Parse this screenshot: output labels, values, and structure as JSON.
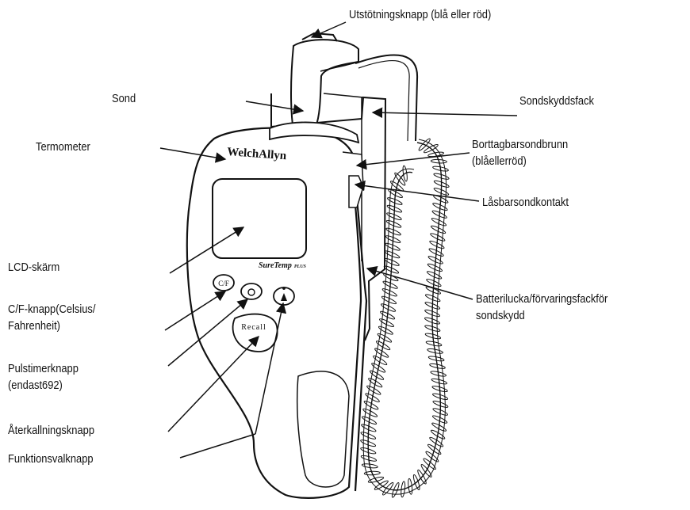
{
  "device": {
    "brand": "WelchAllyn",
    "model": "SureTemp",
    "model_suffix": "PLUS",
    "buttons": {
      "cf": "C/F",
      "recall": "Recall"
    }
  },
  "labels": {
    "ejection_button": "Utstötningsknapp (blå eller röd)",
    "probe": "Sond",
    "probe_cover_compartment": "Sondskyddsfack",
    "thermometer": "Termometer",
    "removable_probe_well_line1": "Borttagbarsondbrunn",
    "removable_probe_well_line2": "(blåellerröd)",
    "locking_probe_connector": "Låsbarsondkontakt",
    "lcd_screen": "LCD-skärm",
    "cf_button_line1": "C/F-knapp(Celsius/",
    "cf_button_line2": "Fahrenheit)",
    "battery_cover_line1": "Batterilucka/förvaringsfackför",
    "battery_cover_line2": "sondskydd",
    "pulse_timer_line1": "Pulstimerknapp",
    "pulse_timer_line2": "(endast692)",
    "recall_button": "Återkallningsknapp",
    "function_select_button": "Funktionsvalknapp"
  }
}
